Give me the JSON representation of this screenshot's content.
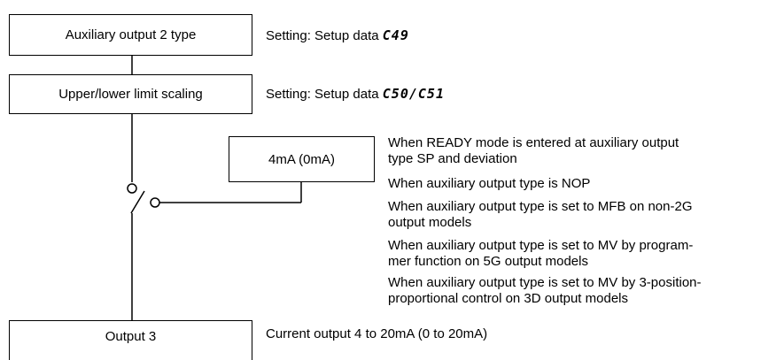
{
  "blocks": {
    "aux_type": "Auxiliary output 2 type",
    "scaling": "Upper/lower limit scaling",
    "fixed_value": "4mA (0mA)",
    "output": "Output 3"
  },
  "settings": {
    "aux_type_prefix": "Setting: Setup data ",
    "aux_type_code": "C49",
    "scaling_prefix": "Setting: Setup data ",
    "scaling_code": "C50/C51"
  },
  "conditions": [
    "When READY mode is entered at auxiliary output",
    "type SP and deviation",
    "When auxiliary output type is NOP",
    "When auxiliary output type is set to MFB on non-2G",
    "output models",
    "When auxiliary output type is set to MV by program-",
    "mer function on 5G output models",
    "When auxiliary output type is set to MV by 3-position-",
    "proportional control on 3D output models"
  ],
  "output_note": "Current output 4 to 20mA (0 to 20mA)"
}
